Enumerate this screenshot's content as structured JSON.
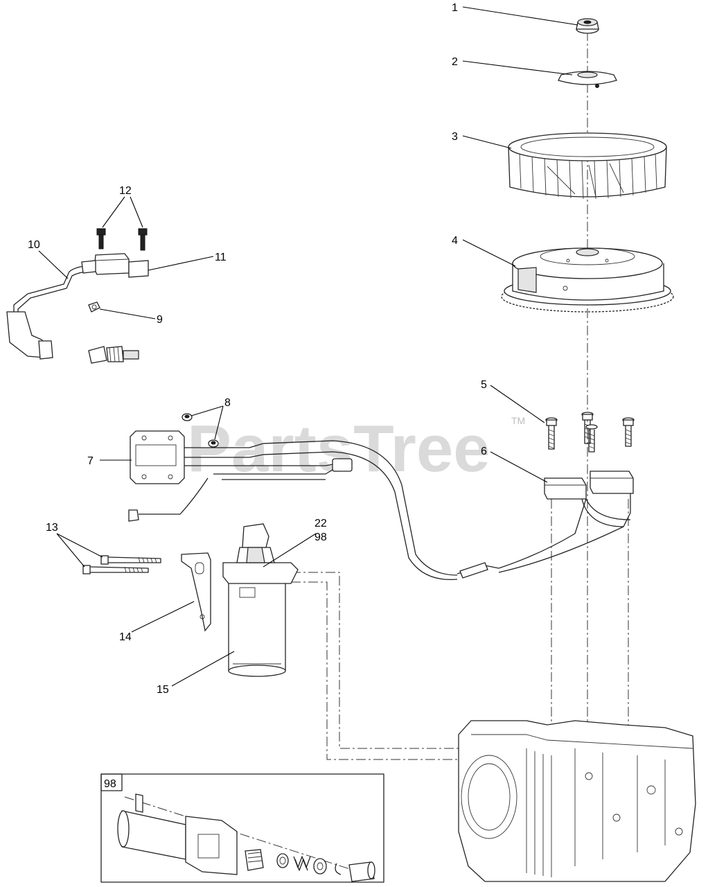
{
  "watermark": {
    "text": "PartsTree",
    "tm": "TM"
  },
  "inset": {
    "label": "98"
  },
  "callouts": [
    {
      "id": "c1",
      "text": "1"
    },
    {
      "id": "c2",
      "text": "2"
    },
    {
      "id": "c3",
      "text": "3"
    },
    {
      "id": "c4",
      "text": "4"
    },
    {
      "id": "c5",
      "text": "5"
    },
    {
      "id": "c6",
      "text": "6"
    },
    {
      "id": "c7",
      "text": "7"
    },
    {
      "id": "c8",
      "text": "8"
    },
    {
      "id": "c9",
      "text": "9"
    },
    {
      "id": "c10",
      "text": "10"
    },
    {
      "id": "c11",
      "text": "11"
    },
    {
      "id": "c12",
      "text": "12"
    },
    {
      "id": "c13",
      "text": "13"
    },
    {
      "id": "c14",
      "text": "14"
    },
    {
      "id": "c15",
      "text": "15"
    },
    {
      "id": "c22",
      "text": "22"
    },
    {
      "id": "c98",
      "text": "98"
    }
  ]
}
